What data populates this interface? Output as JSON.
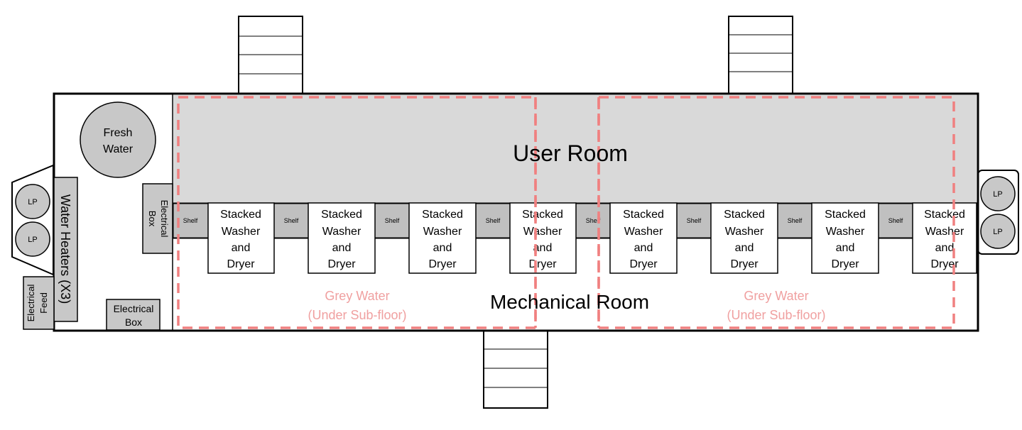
{
  "rooms": {
    "user_room": "User Room",
    "mechanical_room": "Mechanical Room"
  },
  "fixtures": {
    "fresh_water_line1": "Fresh",
    "fresh_water_line2": "Water",
    "lp": "LP",
    "water_heaters": "Water Heaters (X3)",
    "electrical_feed_line1": "Electrical",
    "electrical_feed_line2": "Feed",
    "electrical_box_line1": "Electrical",
    "electrical_box_line2": "Box",
    "shelf": "Shelf",
    "washer_line1": "Stacked",
    "washer_line2": "Washer",
    "washer_line3": "and",
    "washer_line4": "Dryer",
    "grey_water_line1": "Grey Water",
    "grey_water_line2": "(Under Sub-floor)"
  },
  "colors": {
    "floor_grey": "#d9d9d9",
    "fixture_grey": "#c8c8c8",
    "shelf_grey": "#c0c0c0",
    "dashed_red": "#f08080",
    "grey_water_text": "#f0a0a0"
  },
  "counts": {
    "washer_dryer_units": 8,
    "shelves": 8,
    "lp_tanks": 4,
    "stairs": 3
  }
}
